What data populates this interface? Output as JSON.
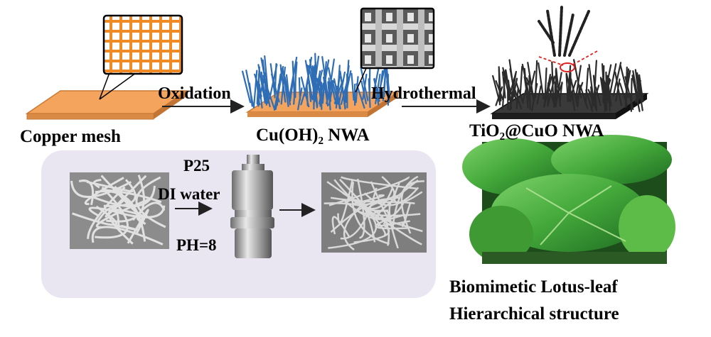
{
  "labels": {
    "copper_mesh": "Copper mesh",
    "oxidation": "Oxidation",
    "cuoh2_nwa": "Cu(OH)₂ NWA",
    "hydrothermal": "Hydrothermal",
    "tio2_cuo_nwa": "TiO₂@CuO NWA",
    "p25": "P25",
    "di_water": "DI water",
    "ph": "PH=8",
    "biomimetic": "Biomimetic Lotus-leaf",
    "hierarchical": "Hierarchical structure"
  },
  "colors": {
    "copper": "#f4a45c",
    "copper_edge": "#c97a35",
    "wire_blue": "#2f6db5",
    "wire_dark": "#2b2b2b",
    "panel_bg": "#e9e6f1",
    "leaf_green": "#4caf3a",
    "grid_orange": "#f08a24"
  }
}
